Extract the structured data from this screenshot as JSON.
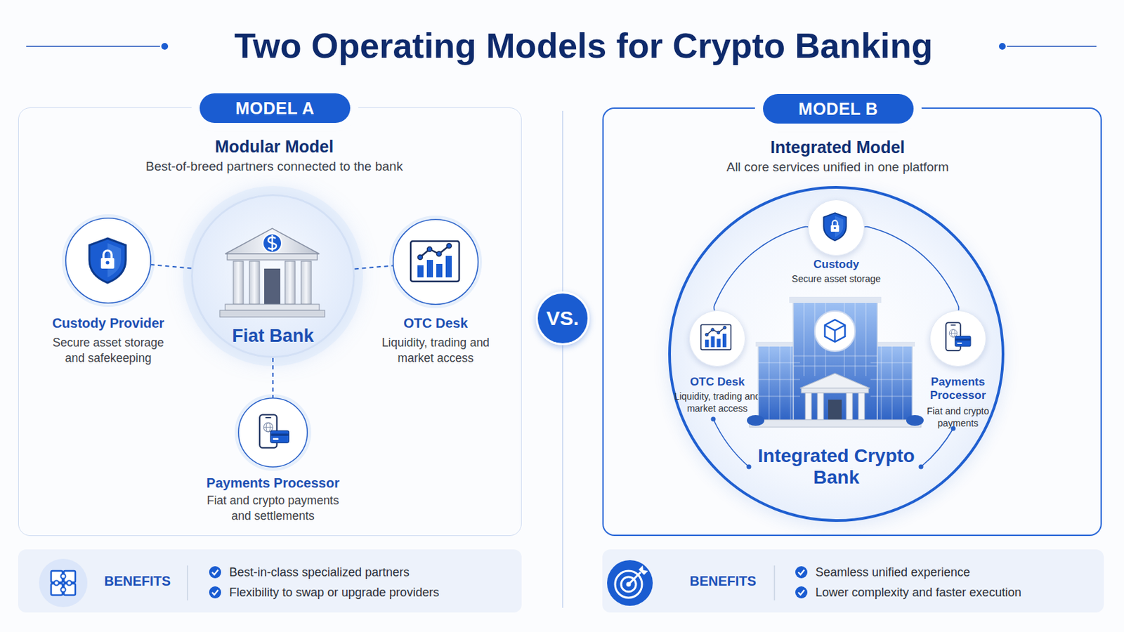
{
  "diagram": {
    "title": "Two Operating Models for Crypto Banking",
    "nodes": [
      {
        "text": [
          "MODEL A",
          "Modular Model",
          "Best-of-breed partners connected to the bank"
        ]
      },
      {
        "text": [
          "Custody Provider",
          "Secure asset storage and safekeeping"
        ],
        "in": 0
      },
      {
        "text": [
          "Fiat Bank"
        ],
        "in": 0
      },
      {
        "text": [
          "OTC Desk",
          "Liquidity, trading and market access"
        ],
        "in": 0
      },
      {
        "text": [
          "Payments Processor",
          "Fiat and crypto payments and settlements"
        ],
        "in": 0
      },
      {
        "text": [
          "BENEFITS",
          "Best-in-class specialized partners",
          "Flexibility to swap or upgrade providers"
        ]
      },
      {
        "text": [
          "VS."
        ]
      },
      {
        "text": [
          "MODEL B",
          "Integrated Model",
          "All core services unified in one platform"
        ]
      },
      {
        "text": [
          "Integrated Crypto Bank"
        ],
        "in": 7
      },
      {
        "text": [
          "Custody",
          "Secure asset storage"
        ],
        "in": 8
      },
      {
        "text": [
          "OTC Desk",
          "Liquidity, trading and market access"
        ],
        "in": 8
      },
      {
        "text": [
          "Payments Processor",
          "Fiat and crypto payments"
        ],
        "in": 8
      },
      {
        "text": [
          "BENEFITS",
          "Seamless unified experience",
          "Lower complexity and faster execution"
        ]
      }
    ],
    "edges": [
      {
        "from": 2,
        "to": 1,
        "arrow": "none"
      },
      {
        "from": 2,
        "to": 3,
        "arrow": "none"
      },
      {
        "from": 2,
        "to": 4,
        "arrow": "none"
      },
      {
        "from": 9,
        "to": 10,
        "arrow": "none"
      },
      {
        "from": 9,
        "to": 11,
        "arrow": "none"
      }
    ]
  }
}
